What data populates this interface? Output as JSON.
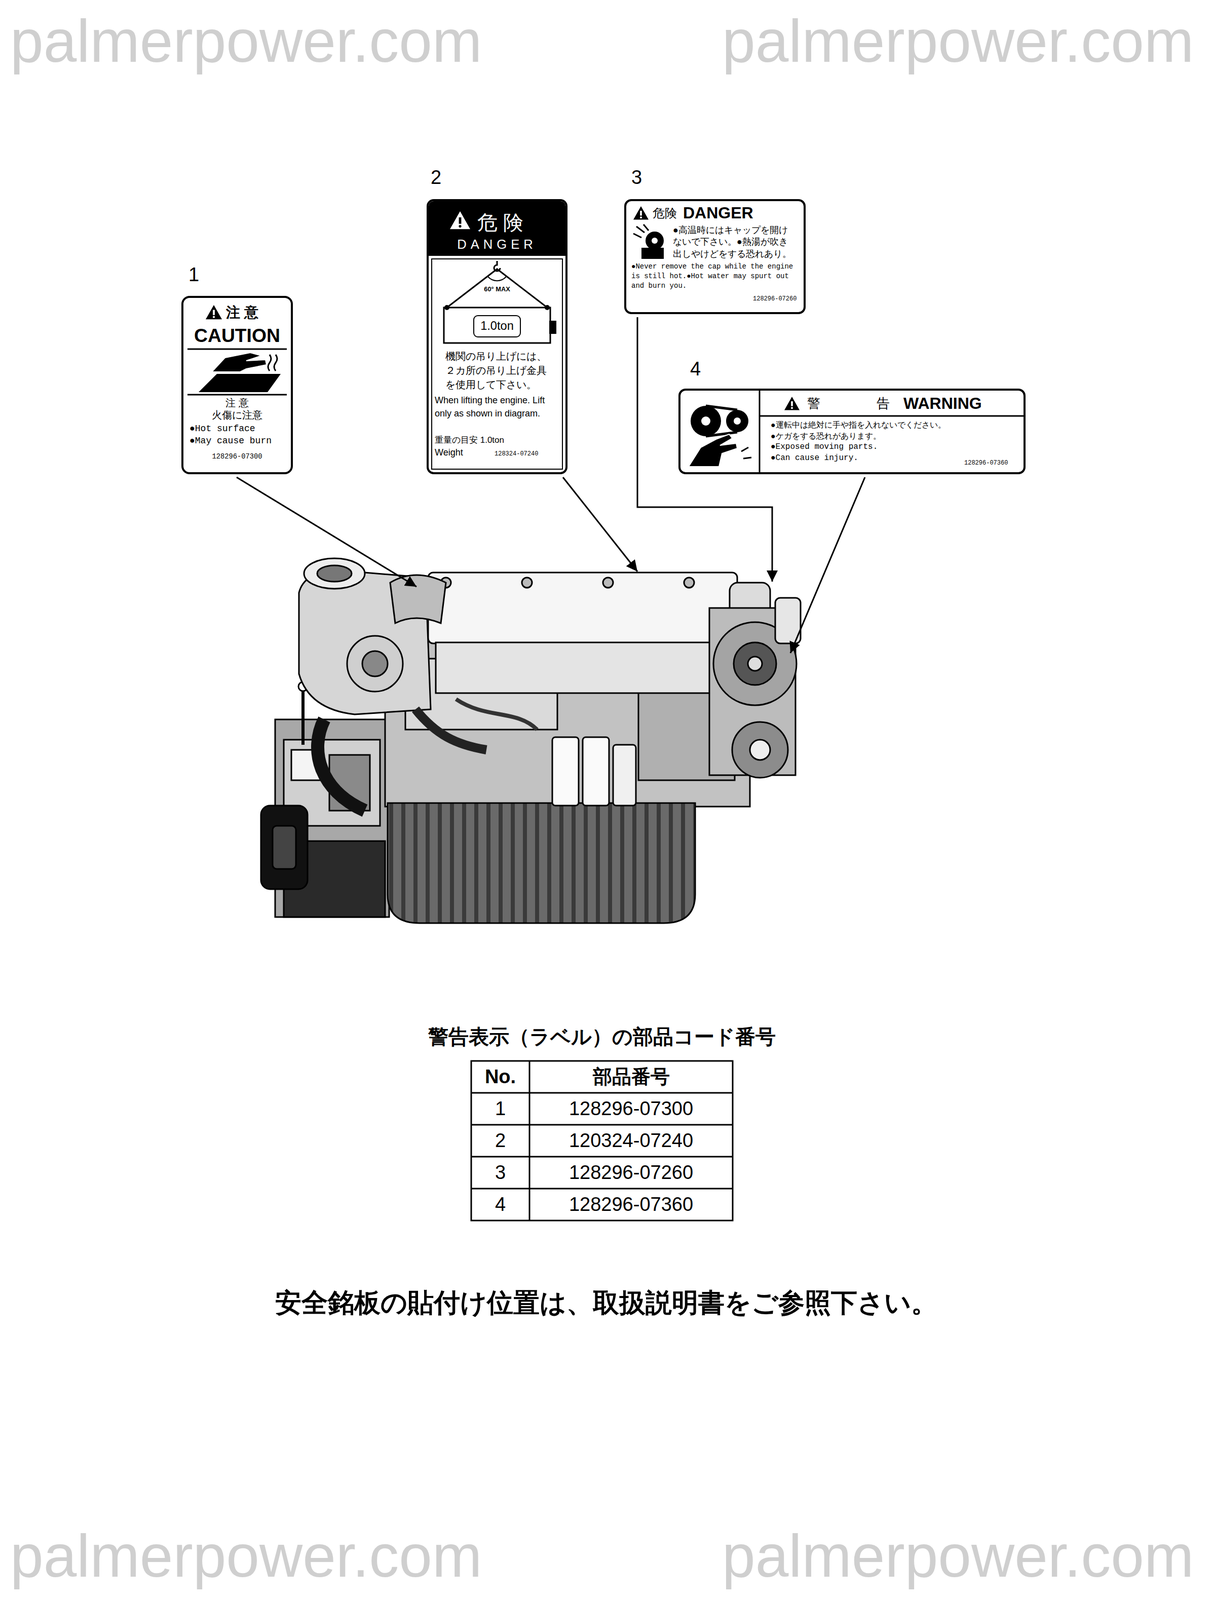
{
  "diagram": {
    "nodes": [
      {
        "text": [
          "注 意",
          "CAUTION",
          "注 意",
          "火傷に注意",
          "●Hot surface",
          "●May cause burn",
          "128296-07300"
        ]
      },
      {
        "text": [
          "危 険",
          "DANGER",
          "60° MAX",
          "1.0ton",
          "機関の吊り上げには、２カ所の吊り上げ金具を使用して下さい。",
          "When lifting the engine. Lift only as shown in diagram.",
          "重量の目安 1.0ton",
          "Weight",
          "128324-07240"
        ]
      },
      {
        "text": [
          "危険",
          "DANGER",
          "●高温時にはキャップを開けないで下さい。●熱湯が吹き出しやけどをする恐れあり。",
          "●Never remove the cap while the engine is still hot.●Hot water may spurt out and burn you.",
          "128296-07260"
        ]
      },
      {
        "text": [
          "警 告",
          "WARNING",
          "●運転中は絶対に手や指を入れないでください。",
          "●ケガをする恐れがあります。",
          "●Exposed moving parts.",
          "●Can cause injury.",
          "128296-07360"
        ]
      }
    ],
    "labels": [
      "palmerpower.com",
      "palmerpower.com",
      "palmerpower.com",
      "palmerpower.com",
      "1",
      "2",
      "3",
      "4",
      "警告表示（ラベル）の部品コード番号",
      "No.",
      "部品番号",
      "1",
      "128296-07300",
      "2",
      "120324-07240",
      "3",
      "128296-07260",
      "4",
      "128296-07360",
      "安全銘板の貼付け位置は、取扱説明書をご参照下さい。"
    ]
  }
}
